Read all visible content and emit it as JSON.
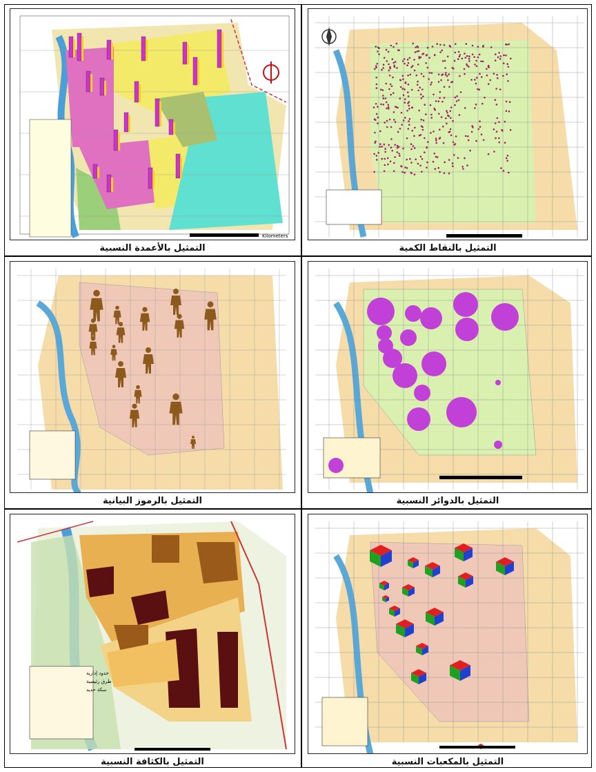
{
  "panels": [
    {
      "id": "p1",
      "caption": "التمثيل بالأعمدة النسبية"
    },
    {
      "id": "p2",
      "caption": "التمثيل بالنقاط الكمية"
    },
    {
      "id": "p3",
      "caption": "التمثيل بالرموز البيانية"
    },
    {
      "id": "p4",
      "caption": "التمثيل بالدوائر النسبية"
    },
    {
      "id": "p5",
      "caption": "التمثيل بالكثافة النسبية"
    },
    {
      "id": "p6",
      "caption": "التمثيل بالمكعبات النسبية"
    }
  ],
  "legend": {
    "scale_label": "Kilometers",
    "class_labels": [
      "حدود إدارية",
      "طرق رئيسية",
      "سكة حديد"
    ]
  },
  "colors": {
    "sand": "#f6dca8",
    "green_zone": "#d9f0b0",
    "pink_zone": "#f0c8b8",
    "river": "#5aa8d8",
    "magenta": "#cc33cc",
    "purple_circle": "#c040d8",
    "brown": "#8b5a1c",
    "dark_brown": "#5a1010"
  }
}
